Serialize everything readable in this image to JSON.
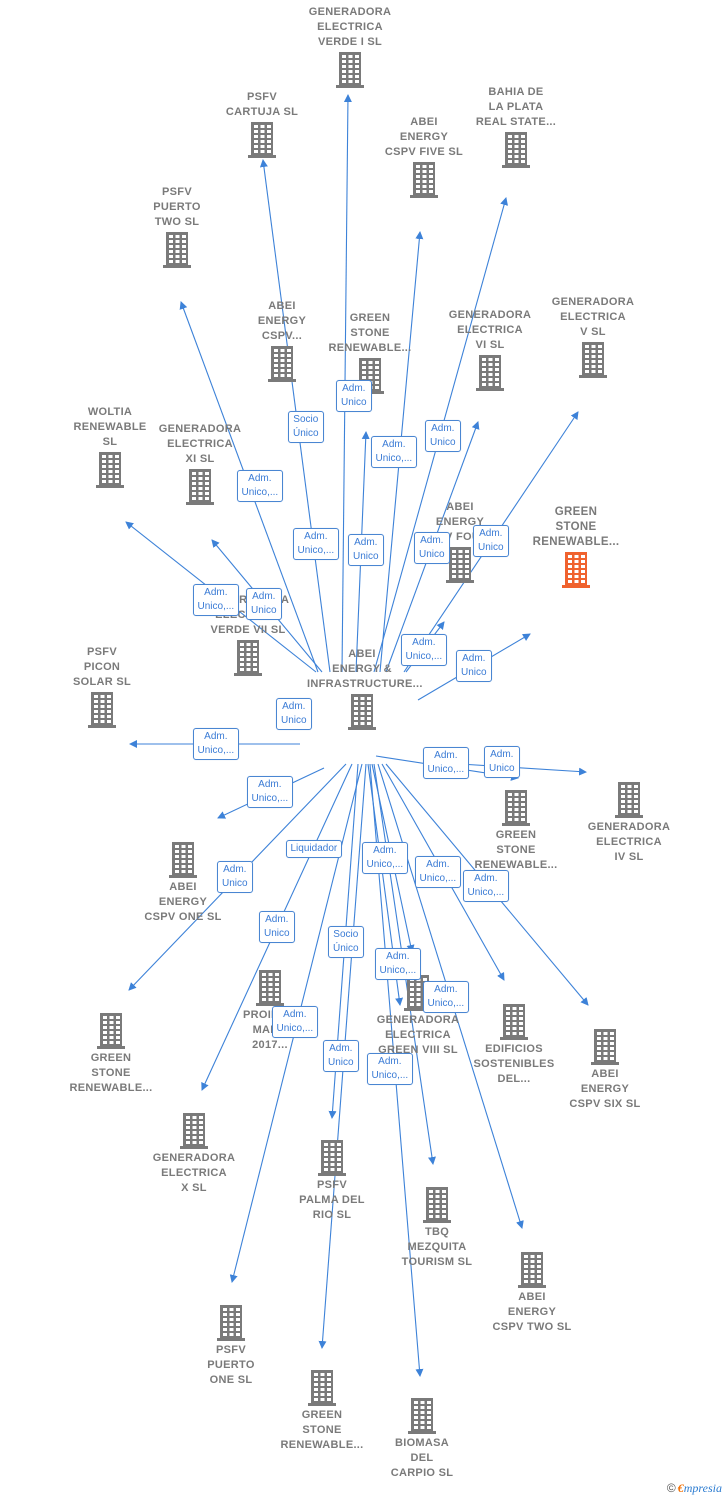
{
  "colors": {
    "edge": "#3d82d8",
    "building": "#7a7a7a",
    "focus_building": "#f0622e",
    "label": "#7a7a7a",
    "badge_text": "#3a7bd5"
  },
  "nodes": [
    {
      "id": "center",
      "label": "ABEI\nENERGY &\nINFRASTRUCTURE..."
    },
    {
      "id": "focus",
      "label": "GREEN\nSTONE\nRENEWABLE...",
      "focus": true
    },
    {
      "id": "verde1",
      "label": "GENERADORA\nELECTRICA\nVERDE I  SL"
    },
    {
      "id": "cartuja",
      "label": "PSFV\nCARTUJA  SL"
    },
    {
      "id": "bahia",
      "label": "BAHIA DE\nLA PLATA\nREAL STATE..."
    },
    {
      "id": "five",
      "label": "ABEI\nENERGY\nCSPV FIVE  SL"
    },
    {
      "id": "puerto2",
      "label": "PSFV\nPUERTO\nTWO  SL"
    },
    {
      "id": "cspv",
      "label": "ABEI\nENERGY\nCSPV..."
    },
    {
      "id": "gstone_top",
      "label": "GREEN\nSTONE\nRENEWABLE..."
    },
    {
      "id": "gen6",
      "label": "GENERADORA\nELECTRICA\nVI  SL"
    },
    {
      "id": "gen5",
      "label": "GENERADORA\nELECTRICA\nV  SL"
    },
    {
      "id": "woltia",
      "label": "WOLTIA\nRENEWABLE\nSL"
    },
    {
      "id": "gen11",
      "label": "GENERADORA\nELECTRICA\nXI  SL"
    },
    {
      "id": "four",
      "label": "ABEI\nENERGY\nCSPV FOUR..."
    },
    {
      "id": "verde7",
      "label": "GENERADORA\nELECTRICA\nVERDE VII  SL"
    },
    {
      "id": "picon",
      "label": "PSFV\nPICON\nSOLAR  SL"
    },
    {
      "id": "gstone_r",
      "label": "GREEN\nSTONE\nRENEWABLE..."
    },
    {
      "id": "gen4",
      "label": "GENERADORA\nELECTRICA\nIV  SL"
    },
    {
      "id": "one",
      "label": "ABEI\nENERGY\nCSPV ONE  SL"
    },
    {
      "id": "proimba",
      "label": "PROIMBA\nMAL...\n2017..."
    },
    {
      "id": "green8",
      "label": "GENERADORA\nELECTRICA\nGREEN VIII  SL"
    },
    {
      "id": "edif",
      "label": "EDIFICIOS\nSOSTENIBLES\nDEL..."
    },
    {
      "id": "six",
      "label": "ABEI\nENERGY\nCSPV SIX  SL"
    },
    {
      "id": "gstone_l",
      "label": "GREEN\nSTONE\nRENEWABLE..."
    },
    {
      "id": "gen10",
      "label": "GENERADORA\nELECTRICA\nX  SL"
    },
    {
      "id": "palma",
      "label": "PSFV\nPALMA DEL\nRIO  SL"
    },
    {
      "id": "tbq",
      "label": "TBQ\nMEZQUITA\nTOURISM  SL"
    },
    {
      "id": "two",
      "label": "ABEI\nENERGY\nCSPV TWO  SL"
    },
    {
      "id": "puerto1",
      "label": "PSFV\nPUERTO\nONE  SL"
    },
    {
      "id": "gstone_b",
      "label": "GREEN\nSTONE\nRENEWABLE..."
    },
    {
      "id": "biomasa",
      "label": "BIOMASA\nDEL\nCARPIO  SL"
    }
  ],
  "badges": [
    {
      "text": "Adm.\nUnico"
    },
    {
      "text": "Socio\nÚnico"
    },
    {
      "text": "Adm.\nUnico,..."
    },
    {
      "text": "Adm.\nUnico"
    },
    {
      "text": "Adm.\nUnico,..."
    },
    {
      "text": "Adm.\nUnico,..."
    },
    {
      "text": "Adm.\nUnico"
    },
    {
      "text": "Adm.\nUnico"
    },
    {
      "text": "Adm.\nUnico"
    },
    {
      "text": "Adm.\nUnico,..."
    },
    {
      "text": "Adm.\nUnico"
    },
    {
      "text": "Adm.\nUnico,..."
    },
    {
      "text": "Adm.\nUnico"
    },
    {
      "text": "Adm.\nUnico"
    },
    {
      "text": "Adm.\nUnico,..."
    },
    {
      "text": "Adm.\nUnico,..."
    },
    {
      "text": "Adm.\nUnico"
    },
    {
      "text": "Adm.\nUnico,..."
    },
    {
      "text": "Liquidador"
    },
    {
      "text": "Adm.\nUnico,..."
    },
    {
      "text": "Adm.\nUnico,..."
    },
    {
      "text": "Adm.\nUnico,..."
    },
    {
      "text": "Adm.\nUnico"
    },
    {
      "text": "Adm.\nUnico"
    },
    {
      "text": "Socio\nÚnico"
    },
    {
      "text": "Adm.\nUnico,..."
    },
    {
      "text": "Adm.\nUnico,..."
    },
    {
      "text": "Adm.\nUnico,..."
    },
    {
      "text": "Adm.\nUnico"
    },
    {
      "text": "Adm.\nUnico,..."
    }
  ],
  "watermark": {
    "copyright": "©",
    "brand_first": "€",
    "brand_rest": "mpresia"
  }
}
